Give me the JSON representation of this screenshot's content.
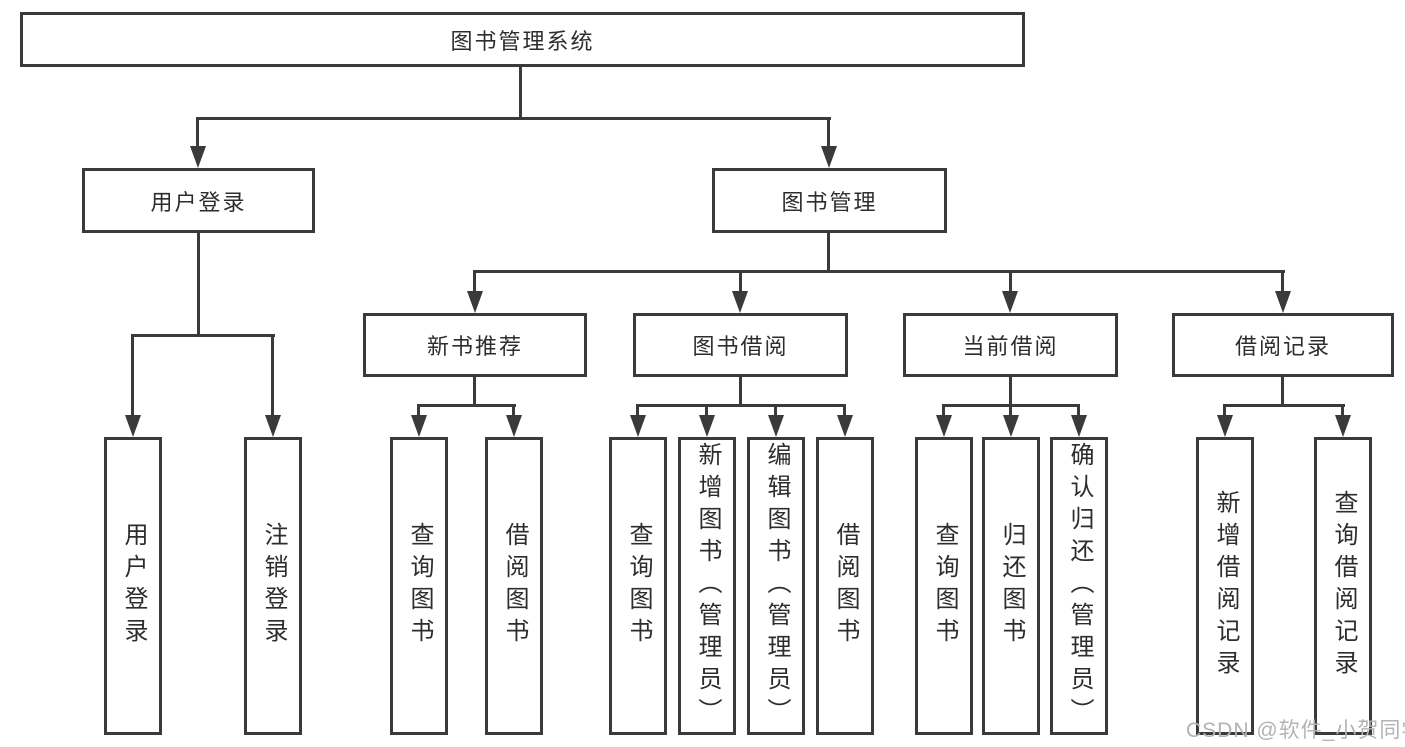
{
  "tree": {
    "label": "图书管理系统",
    "children": [
      {
        "label": "用户登录",
        "children": [
          {
            "label": "用户登录"
          },
          {
            "label": "注销登录"
          }
        ]
      },
      {
        "label": "图书管理",
        "children": [
          {
            "label": "新书推荐",
            "children": [
              {
                "label": "查询图书"
              },
              {
                "label": "借阅图书"
              }
            ]
          },
          {
            "label": "图书借阅",
            "children": [
              {
                "label": "查询图书"
              },
              {
                "label": "新增图书（管理员）"
              },
              {
                "label": "编辑图书（管理员）"
              },
              {
                "label": "借阅图书"
              }
            ]
          },
          {
            "label": "当前借阅",
            "children": [
              {
                "label": "查询图书"
              },
              {
                "label": "归还图书"
              },
              {
                "label": "确认归还（管理员）"
              }
            ]
          },
          {
            "label": "借阅记录",
            "children": [
              {
                "label": "新增借阅记录"
              },
              {
                "label": "查询借阅记录"
              }
            ]
          }
        ]
      }
    ]
  },
  "watermark": {
    "text": "CSDN @软件_小贺同学"
  },
  "colors": {
    "line": "#3a3a3a",
    "text": "#2d2d2d",
    "watermark": "#b3b3b3",
    "background": "#ffffff"
  }
}
